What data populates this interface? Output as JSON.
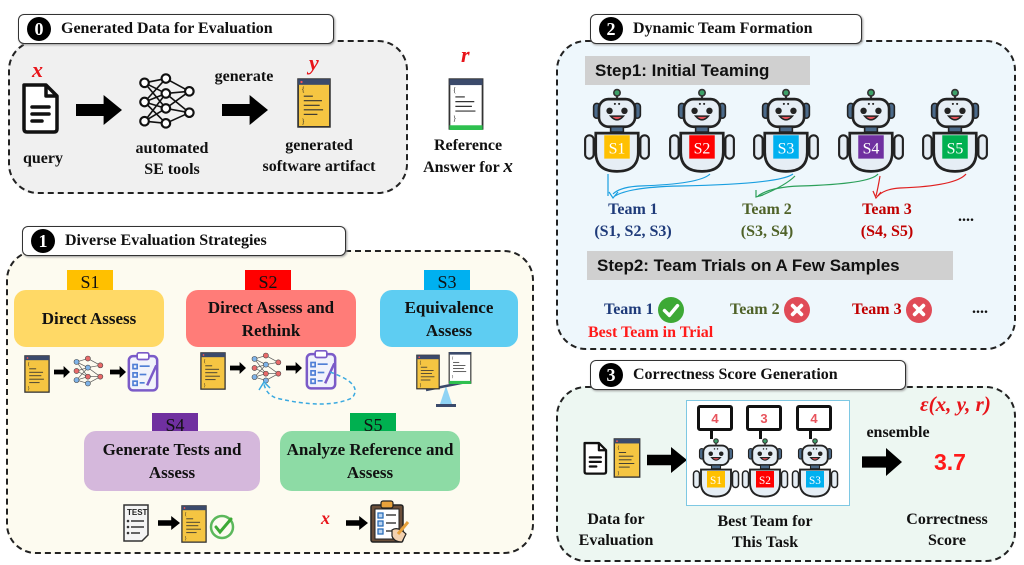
{
  "panel0": {
    "number": "0",
    "title": "Generated Data for Evaluation",
    "query_var": "x",
    "query_label": "query",
    "tool_label_1": "automated",
    "tool_label_2": "SE tools",
    "generate_label": "generate",
    "artifact_var": "y",
    "artifact_label_1": "generated",
    "artifact_label_2": "software artifact",
    "reference_var": "r",
    "reference_label_1": "Reference",
    "reference_label_2": "Answer for",
    "reference_label_var": "x"
  },
  "panel1": {
    "number": "1",
    "title": "Diverse Evaluation Strategies",
    "strategies": [
      {
        "tag": "S1",
        "name": "Direct Assess",
        "tag_color": "#ffc000",
        "box_color": "#ffd966"
      },
      {
        "tag": "S2",
        "name": "Direct Assess and Rethink",
        "tag_color": "#ff0000",
        "box_color": "#ff7c78"
      },
      {
        "tag": "S3",
        "name": "Equivalence Assess",
        "tag_color": "#00b0f0",
        "box_color": "#5ecdf2"
      },
      {
        "tag": "S4",
        "name": "Generate Tests and Assess",
        "tag_color": "#7030a0",
        "box_color": "#d5b8dc"
      },
      {
        "tag": "S5",
        "name": "Analyze Reference and Assess",
        "tag_color": "#00b050",
        "box_color": "#8ddba5"
      }
    ],
    "test_label": "TEST",
    "s5_var": "x"
  },
  "panel2": {
    "number": "2",
    "title": "Dynamic Team Formation",
    "step1": "Step1: Initial Teaming",
    "robots": [
      "S1",
      "S2",
      "S3",
      "S4",
      "S5"
    ],
    "robot_colors": [
      "#ffc000",
      "#ff0000",
      "#00b0f0",
      "#7030a0",
      "#00b050"
    ],
    "teams": [
      {
        "name": "Team 1",
        "members": "(S1, S2, S3)",
        "color": "#1f3b7a"
      },
      {
        "name": "Team 2",
        "members": "(S3, S4)",
        "color": "#4f6228"
      },
      {
        "name": "Team 3",
        "members": "(S4, S5)",
        "color": "#c00000"
      }
    ],
    "ellipsis": "....",
    "step2": "Step2: Team Trials on A Few Samples",
    "trials": [
      {
        "name": "Team 1",
        "result": "pass"
      },
      {
        "name": "Team 2",
        "result": "fail"
      },
      {
        "name": "Team 3",
        "result": "fail"
      }
    ],
    "best_label": "Best Team in Trial"
  },
  "panel3": {
    "number": "3",
    "title": "Correctness Score Generation",
    "formula": "ε(x, y, r)",
    "scores": [
      "4",
      "3",
      "4"
    ],
    "team_robots": [
      "S1",
      "S2",
      "S3"
    ],
    "ensemble_label": "ensemble",
    "final_score": "3.7",
    "data_label_1": "Data for",
    "data_label_2": "Evaluation",
    "team_label_1": "Best Team for",
    "team_label_2": "This Task",
    "score_label_1": "Correctness",
    "score_label_2": "Score"
  }
}
